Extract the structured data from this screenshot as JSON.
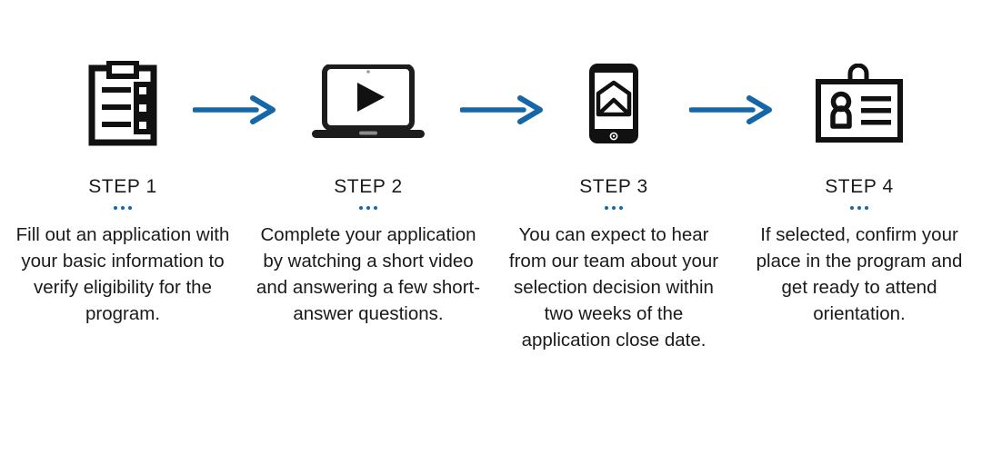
{
  "theme": {
    "accent_blue": "#1567a8",
    "icon_black": "#111111",
    "text_color": "#1a1a1a",
    "background": "#ffffff"
  },
  "flow": {
    "arrows": [
      {
        "name": "arrow-step1-to-step2"
      },
      {
        "name": "arrow-step2-to-step3"
      },
      {
        "name": "arrow-step3-to-step4"
      }
    ],
    "steps": [
      {
        "icon": "clipboard-checklist-icon",
        "label": "STEP 1",
        "body": "Fill out an application with your basic information to verify eligibility for the program."
      },
      {
        "icon": "laptop-video-play-icon",
        "label": "STEP 2",
        "body": "Complete your application by watching a short video and answering a few short-answer questions."
      },
      {
        "icon": "smartphone-open-envelope-icon",
        "label": "STEP 3",
        "body": "You can expect to hear from our team about your selection decision within two weeks of the application close date."
      },
      {
        "icon": "id-badge-icon",
        "label": "STEP 4",
        "body": "If selected, confirm your place in the program and get ready to attend orientation."
      }
    ]
  }
}
